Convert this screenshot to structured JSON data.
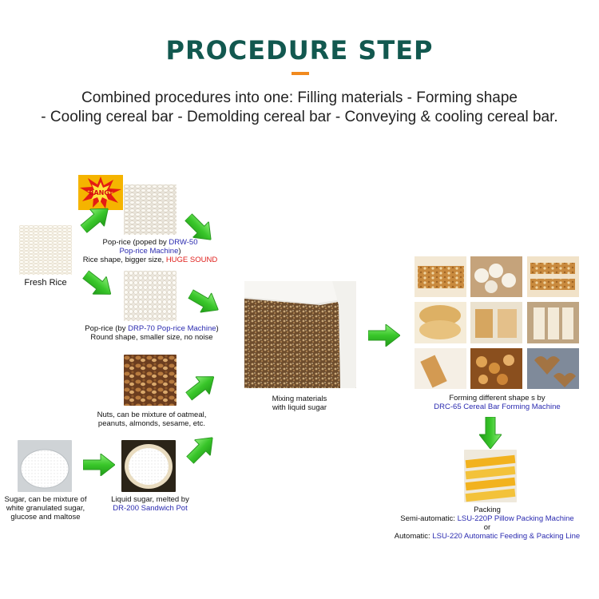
{
  "header": {
    "title": "PROCEDURE STEP",
    "intro_line1": "Combined procedures into one: Filling materials - Forming shape",
    "intro_line2": "- Cooling cereal bar - Demolding cereal bar - Conveying & cooling cereal bar."
  },
  "burst": {
    "text": "BANG!"
  },
  "fresh_rice": {
    "label": "Fresh Rice"
  },
  "poprice_drw": {
    "line1_pre": "Pop-rice (poped by ",
    "line1_link": "DRW-50",
    "line2_link": "Pop-rice Machine",
    "line2_post": ")",
    "line3_pre": "Rice shape, bigger size, ",
    "line3_highlight": "HUGE SOUND"
  },
  "poprice_drp": {
    "line1_pre": "Pop-rice (by ",
    "line1_link": "DRP-70 Pop-rice Machine",
    "line1_post": ")",
    "line2": "Round shape, smaller size, no noise"
  },
  "nuts": {
    "line1": "Nuts, can be mixture of  oatmeal,",
    "line2": "peanuts, almonds, sesame, etc."
  },
  "sugar": {
    "line1": "Sugar, can be mixture of",
    "line2": "white granulated sugar,",
    "line3": "glucose and maltose"
  },
  "liquid_sugar": {
    "line1": "Liquid sugar, melted by",
    "line2_link": "DR-200 Sandwich Pot"
  },
  "mixing": {
    "line1": "Mixing materials",
    "line2": "with liquid sugar"
  },
  "forming": {
    "line1": "Forming different shape s by",
    "line2_link": "DRC-65 Cereal Bar Forming Machine"
  },
  "packing": {
    "title": "Packing",
    "semi_pre": "Semi-automatic: ",
    "semi_link": "LSU-220P Pillow Packing Machine",
    "or": "or",
    "auto_pre": "Automatic: ",
    "auto_link1": "LSU-220",
    "auto_link2": "Automatic Feeding & Packing Line"
  },
  "colors": {
    "title": "#12584f",
    "accent_bar": "#f18a1e",
    "arrow_green": "#3ec92e",
    "link_blue": "#2b2bb0",
    "highlight_red": "#e0201c"
  }
}
